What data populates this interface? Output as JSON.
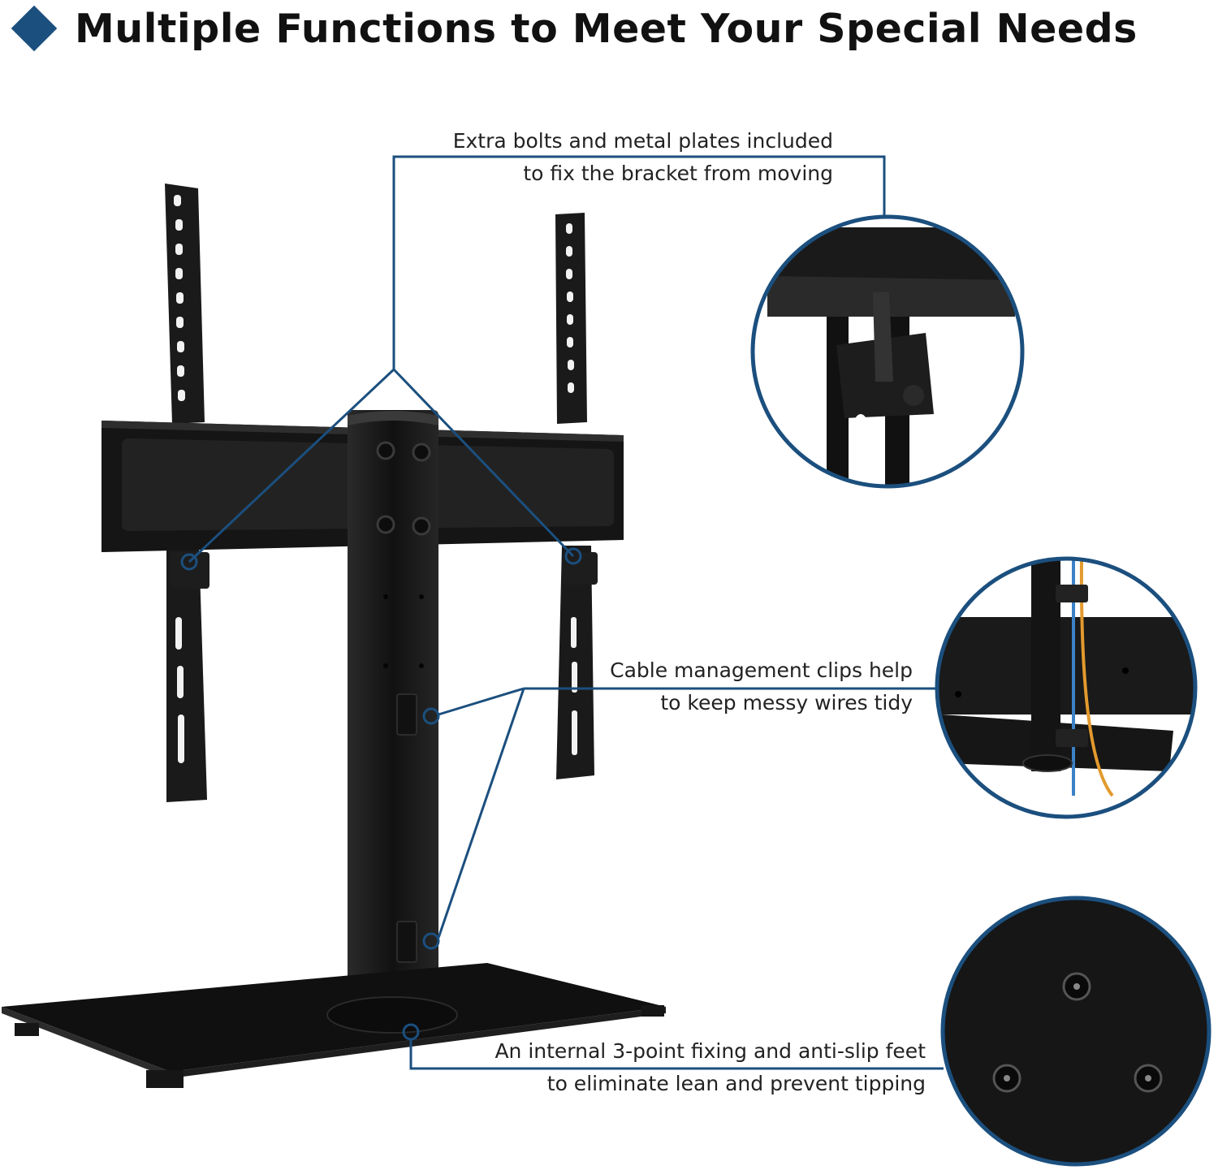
{
  "headline": {
    "icon": "diamond-bullet-icon",
    "text": "Multiple Functions to Meet Your Special Needs"
  },
  "callouts": [
    {
      "lines": [
        "Extra bolts and metal plates included",
        "to fix the bracket from moving"
      ]
    },
    {
      "lines": [
        "Cable management clips help",
        "to keep messy wires tidy"
      ]
    },
    {
      "lines": [
        "An internal 3-point fixing and anti-slip feet",
        "to eliminate lean and prevent tipping"
      ]
    }
  ],
  "colors": {
    "accent": "#1b4f7e",
    "product": "#1c1c1c",
    "cable_blue": "#3b82c8",
    "cable_orange": "#e39a2d"
  }
}
